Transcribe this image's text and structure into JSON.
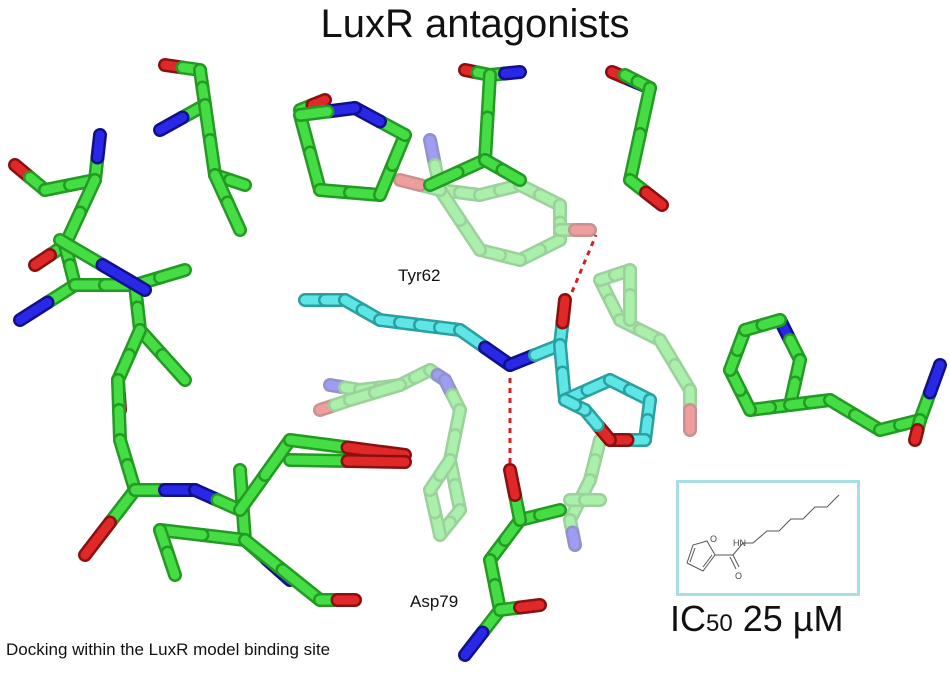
{
  "title": "LuxR antagonists",
  "residue_labels": {
    "tyr": "Tyr62",
    "asp": "Asp79"
  },
  "caption": "Docking within the LuxR model binding site",
  "inset": {
    "atom_labels": {
      "o_ring": "O",
      "nh": "HN",
      "o_carbonyl": "O"
    },
    "ic50_prefix": "IC",
    "ic50_sub": "50",
    "ic50_value": " 25 µM"
  },
  "colors": {
    "carbon_protein": "#44dd44",
    "carbon_ligand": "#5ee6e6",
    "oxygen": "#e02828",
    "nitrogen": "#2828e6",
    "inset_border": "#a9dde4"
  }
}
